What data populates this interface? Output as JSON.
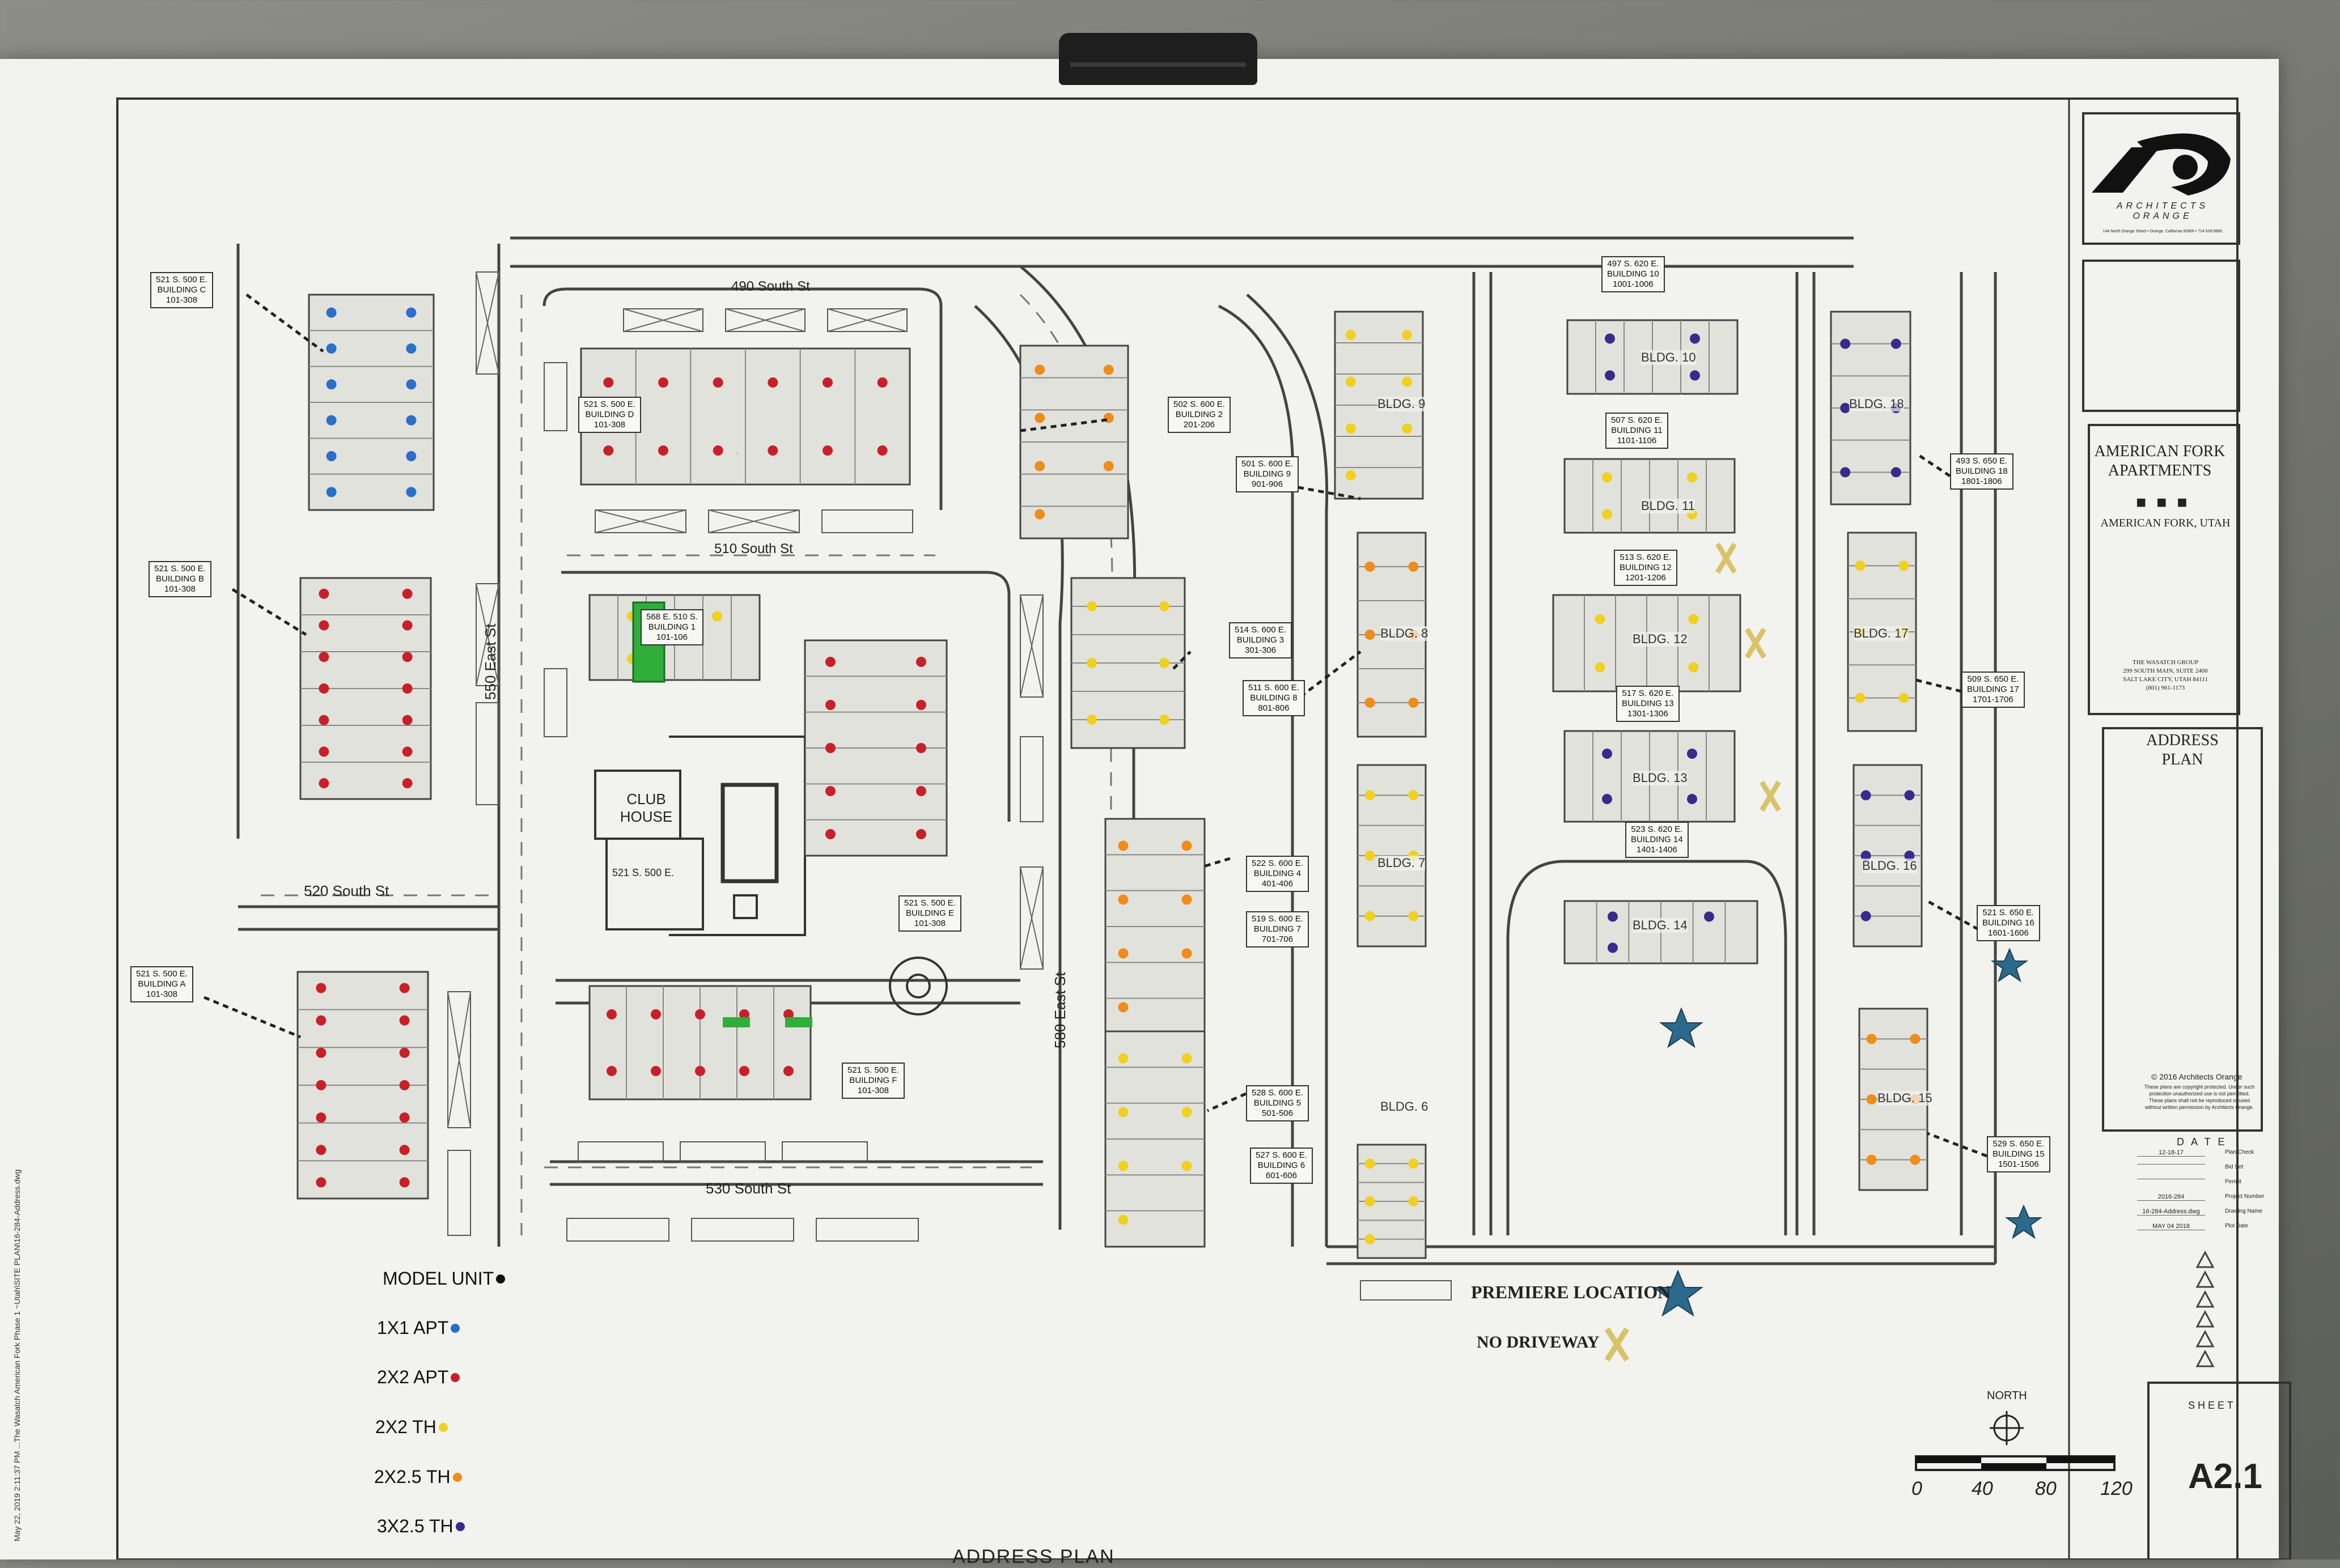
{
  "streets": {
    "s490": "490 South St",
    "s510": "510 South St",
    "s520": "520 South St",
    "s530": "530 South St",
    "e550": "550 East St",
    "e580": "580 East St"
  },
  "clubhouse": {
    "title1": "CLUB",
    "title2": "HOUSE",
    "address": "521 S. 500 E."
  },
  "buildings": [
    {
      "addr": "521 S. 500 E.",
      "name": "BUILDING C",
      "units": "101-308"
    },
    {
      "addr": "521 S. 500 E.",
      "name": "BUILDING B",
      "units": "101-308"
    },
    {
      "addr": "521 S. 500 E.",
      "name": "BUILDING A",
      "units": "101-308"
    },
    {
      "addr": "521 S. 500 E.",
      "name": "BUILDING D",
      "units": "101-308"
    },
    {
      "addr": "568 E. 510 S.",
      "name": "BUILDING 1",
      "units": "101-106"
    },
    {
      "addr": "521 S. 500 E.",
      "name": "BUILDING E",
      "units": "101-308"
    },
    {
      "addr": "521 S. 500 E.",
      "name": "BUILDING F",
      "units": "101-308"
    },
    {
      "addr": "502 S. 600 E.",
      "name": "BUILDING 2",
      "units": "201-206"
    },
    {
      "addr": "514 S. 600 E.",
      "name": "BUILDING 3",
      "units": "301-306"
    },
    {
      "addr": "522 S. 600 E.",
      "name": "BUILDING 4",
      "units": "401-406"
    },
    {
      "addr": "528 S. 600 E.",
      "name": "BUILDING 5",
      "units": "501-506"
    },
    {
      "addr": "527 S. 600 E.",
      "name": "BUILDING 6",
      "units": "601-606"
    },
    {
      "addr": "519 S. 600 E.",
      "name": "BUILDING 7",
      "units": "701-706"
    },
    {
      "addr": "511 S. 600 E.",
      "name": "BUILDING 8",
      "units": "801-806"
    },
    {
      "addr": "501 S. 600 E.",
      "name": "BUILDING 9",
      "units": "901-906"
    },
    {
      "addr": "497 S. 620 E.",
      "name": "BUILDING 10",
      "units": "1001-1006"
    },
    {
      "addr": "507 S. 620 E.",
      "name": "BUILDING 11",
      "units": "1101-1106"
    },
    {
      "addr": "513 S. 620 E.",
      "name": "BUILDING 12",
      "units": "1201-1206"
    },
    {
      "addr": "517 S. 620 E.",
      "name": "BUILDING 13",
      "units": "1301-1306"
    },
    {
      "addr": "523 S. 620 E.",
      "name": "BUILDING 14",
      "units": "1401-1406"
    },
    {
      "addr": "529 S. 650 E.",
      "name": "BUILDING 15",
      "units": "1501-1506"
    },
    {
      "addr": "521 S. 650 E.",
      "name": "BUILDING 16",
      "units": "1601-1606"
    },
    {
      "addr": "509 S. 650 E.",
      "name": "BUILDING 17",
      "units": "1701-1706"
    },
    {
      "addr": "493 S. 650 E.",
      "name": "BUILDING 18",
      "units": "1801-1806"
    }
  ],
  "bldg_tags": [
    "BLDG. 10",
    "BLDG. 11",
    "BLDG. 12",
    "BLDG. 13",
    "BLDG. 14",
    "BLDG. 9",
    "BLDG. 8",
    "BLDG. 7",
    "BLDG. 6",
    "BLDG. 18",
    "BLDG. 17",
    "BLDG. 16",
    "BLDG. 15"
  ],
  "legend": {
    "items": [
      {
        "label": "MODEL UNIT",
        "color": "#111111"
      },
      {
        "label": "1X1 APT",
        "color": "#2a6fc9"
      },
      {
        "label": "2X2 APT",
        "color": "#c8202a"
      },
      {
        "label": "2X2 TH",
        "color": "#f0d020"
      },
      {
        "label": "2X2.5 TH",
        "color": "#f08c1a"
      },
      {
        "label": "3X2.5 TH",
        "color": "#3a2a8c"
      }
    ],
    "premiere": "PREMIERE LOCATION",
    "no_driveway": "NO DRIVEWAY"
  },
  "scale": {
    "north": "NORTH",
    "ticks": [
      "0",
      "40",
      "80",
      "120"
    ]
  },
  "title_block": {
    "firm_line1": "ARCHITECTS",
    "firm_line2": "ORANGE",
    "firm_address": "144 North Orange Street • Orange, California 92866 • 714 639-9860",
    "project1": "AMERICAN FORK",
    "project2": "APARTMENTS",
    "project_city": "AMERICAN FORK, UTAH",
    "client": "THE WASATCH GROUP",
    "client_addr1": "299 SOUTH MAIN, SUITE 2400",
    "client_addr2": "SALT LAKE CITY, UTAH 84111",
    "client_phone": "(801) 961-1173",
    "sheet_title1": "ADDRESS",
    "sheet_title2": "PLAN",
    "copyright": "© 2016 Architects Orange",
    "copyright_note": "These plans are copyright protected. Under such protection unauthorized use is not permitted. These plans shall not be reproduced or used without written permission by Architects Orange.",
    "date_header": "D A T E",
    "dates": [
      {
        "date": "12-18-17",
        "label": "Plan Check"
      },
      {
        "date": "",
        "label": "Bid Set"
      },
      {
        "date": "",
        "label": "Permit"
      },
      {
        "date": "2016-284",
        "label": "Project Number"
      },
      {
        "date": "16-284-Address.dwg",
        "label": "Drawing Name"
      },
      {
        "date": "MAY 04 2018",
        "label": "Plot Date"
      }
    ],
    "sheet_label": "S H E E T",
    "sheet_number": "A2.1"
  },
  "bottom_title": "ADDRESS PLAN",
  "side_note": "May 22, 2019  2:11:37 PM  ...The Wasatch American Fork Phase 1 ~Utah\\SITE PLAN\\16-284-Address.dwg"
}
